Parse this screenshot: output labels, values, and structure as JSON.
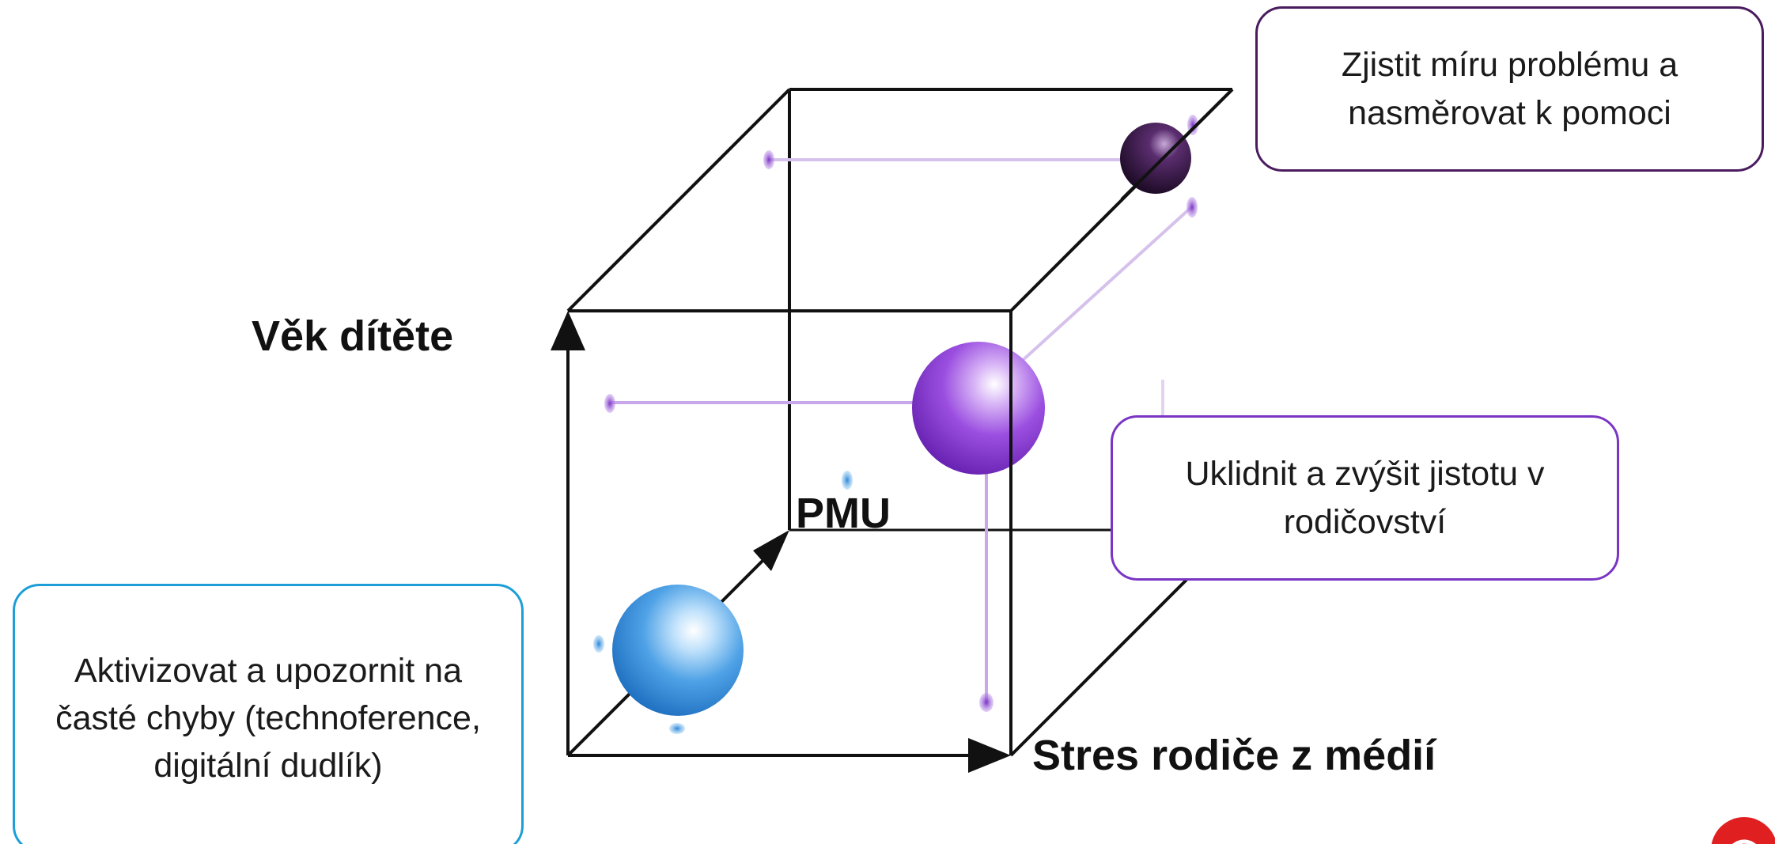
{
  "axes": {
    "vertical_label": "Věk dítěte",
    "depth_label": "PMU",
    "horizontal_label": "Stres rodiče z médií"
  },
  "callouts": {
    "top_right": "Zjistit míru problému a nasměrovat k pomoci",
    "middle_right": "Uklidnit a zvýšit jistotu v rodičovství",
    "bottom_left": "Aktivizovat a upozornit na časté chyby (technoference, digitální dudlík)"
  },
  "spheres": [
    {
      "name": "low-sphere",
      "color": "#3a8fdc"
    },
    {
      "name": "mid-sphere",
      "color": "#8a3fd0"
    },
    {
      "name": "high-sphere",
      "color": "#3a1a48"
    }
  ],
  "colors": {
    "blue_accent": "#1c9ed8",
    "purple_accent": "#7a35c4",
    "dark_purple_accent": "#4a1c5e",
    "logo_red": "#e02020"
  }
}
